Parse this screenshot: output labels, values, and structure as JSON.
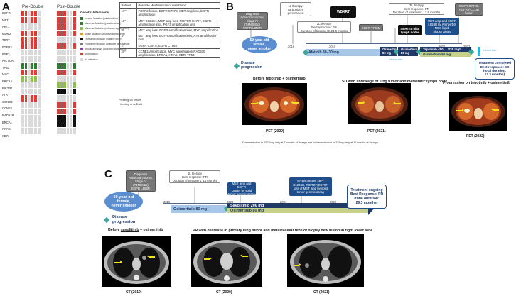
{
  "panels": {
    "a": "A",
    "b": "B",
    "c": "C"
  },
  "panel_a": {
    "pre_title": "Pre-Double",
    "post_title": "Post-Double",
    "genes": [
      "EGFR",
      "MET",
      "AKT1",
      "MDM2",
      "TERT",
      "FGFR2",
      "PSF3",
      "RICTOR",
      "TP53",
      "MYC",
      "BRCA2",
      "PIK3R1",
      "ATR",
      "CCND3",
      "CCNE1",
      "RAD51B",
      "BRCA1",
      "HRAS",
      "KDR"
    ],
    "legend_title": "Genetic Alterations",
    "legend": [
      {
        "label": "Inframe Mutation (putative driver)",
        "color": "#2e7d32"
      },
      {
        "label": "Missense Mutation (putative driver)",
        "color": "#2e7d32"
      },
      {
        "label": "Missense Mutation (unknown significance)",
        "color": "#8bc34a"
      },
      {
        "label": "Splice Mutation (unknown significance)",
        "color": "#e0a000"
      },
      {
        "label": "Truncating Mutation (putative driver)",
        "color": "#111111"
      },
      {
        "label": "Truncating Mutation (unknown significance)",
        "color": "#777777"
      },
      {
        "label": "Structural Variant (unknown significance)",
        "color": "#8e44ad"
      },
      {
        "label": "Amplification",
        "color": "#e53935"
      },
      {
        "label": "No alteration",
        "color": "#d9d9d9"
      }
    ]
  },
  "table": {
    "header": [
      "Patient",
      "Possible Mechanisms of resistance"
    ],
    "rows": [
      [
        "17*†",
        "FGFR2 fusion, EGFR C797S, MET amp loss, EGFR amplification"
      ],
      [
        "18*",
        "MET D1246H, MET amp loss, RICTOR E1707, EGFR amplification loss, FGF3 amplification loss"
      ],
      [
        "9*",
        "MET amp loss, EGFR amplification loss, MYC amplification"
      ],
      [
        "3*",
        "MET amp loss, EGFR amplification loss, ATR amplification loss"
      ],
      [
        "2†",
        "EGFR C797S, EGFR C796S"
      ],
      [
        "20*",
        "CCNE1 amplification, MYC amplification,RAD51B amplification, BRCA1, HRAS, KDR, TP53"
      ]
    ],
    "footnotes": [
      "*testing on tissue",
      "†testing on ctDNA"
    ]
  },
  "panel_b": {
    "diagnosis": "Diagnosis\nAdenocarcinoma,\nStage IV\n(T4N0M1c)\nEGFR L858R",
    "therapy_1l": "1L therapy:\ncarboplatin/\npemetrexed",
    "wbxrt": "WBXRT",
    "therapy_2l": "2L therapy\nBest response: PR\nDuration of treatment: 28.0 months",
    "egfr_t790m": "EGFR T790M",
    "therapy_3l": "3L therapy\nBest response: PR\nDuration of treatment: 12.9 months",
    "egfr_c797s": "EGFR C797S,\nFGFR2-CCDB\nfusion",
    "sbrt": "SBRT to hilar\nlymph nodes",
    "met_amp": "MET amp and EGFR\nL858R by Archer/DX\nNGS liquid\nbiopsy assay",
    "patient": "59-year-old\nfemale,\nnever smoker",
    "year_2016": "2016",
    "year_2019": "2019",
    "year_2021": "2021",
    "year_2022": "2022",
    "afatinib": "Afatinib 30–30 mg",
    "osim_1": "Osimertinib\n80 mg",
    "osim_2": "Osimertinib\n80 mg",
    "tepo": "Tepotinib 450 → 225 mg*",
    "osim_3": "Osimertinib 80 mg",
    "clinical_trial_1": "clinical trial",
    "clinical_trial_2": "clinical trial",
    "progression": "Disease\nprogression",
    "completed": "Treatment completed\nBest response: SD\n(total duration:\n13.3 months)",
    "cap_before": "Before tepotinib + osimertinib",
    "cap_sd": "SD with shrinkage of lung tumor and metastatic lymph node",
    "cap_prog": "Progression on tepotinib + osimertinib",
    "pet_2020": "PET (2020)",
    "pet_2021": "PET (2021)",
    "pet_2022": "PET (2022)",
    "dose_note": "*Dose reduction to 337.5mg daily at 7 months of therapy and further reduction to 225mg daily at 12 months of therapy"
  },
  "panel_c": {
    "diagnosis": "Diagnosis\nAdenocarcinoma,\nStage IV\n(T4N0M1c)\nEGFR L858R",
    "therapy_1l": "1L therapy\nBest response: PR\nDuration of treatment: 14 months",
    "met_amp": "MET amp and EGFR\nL858R by solid\ntumor genetic assay",
    "egfr_c797s": "EGFR L858R, MET\nD1246H, RICTOR E1707,\nloss of MET amp by solid\ntumor genetic assay",
    "patient": "60-year-old\nfemale,\nnever smoker",
    "year_2019": "2019",
    "year_2020": "2020",
    "year_2021": "2021",
    "year_2022": "2022",
    "osim_left": "Osimertinib 80 mg",
    "savo": "Savolitinib 200 mg",
    "osim_right": "Osimertinib 80 mg",
    "progression": "Disease\nprogression",
    "ongoing": "Treatment ongoing\nBest Response: PR\n(total duration:\n29.3 months)",
    "cap_before_pre": "Before ",
    "cap_before_drug": "savolitinib",
    "cap_before_post": " + osimertinib",
    "cap_pr": "PR with decrease in primary lung tumor and metastases",
    "cap_biopsy": "At time of biopsy new lesion in right lower lobe",
    "ct_2019": "CT (2019)",
    "ct_2020": "CT (2020)",
    "ct_2021": "CT (2021)"
  },
  "colors": {
    "navy": "#1f3a66",
    "bar_light_blue": "#a7c7ea",
    "bar_navy": "#1f3a66",
    "bar_olive": "#c6d08a",
    "teal": "#3aa89b"
  }
}
